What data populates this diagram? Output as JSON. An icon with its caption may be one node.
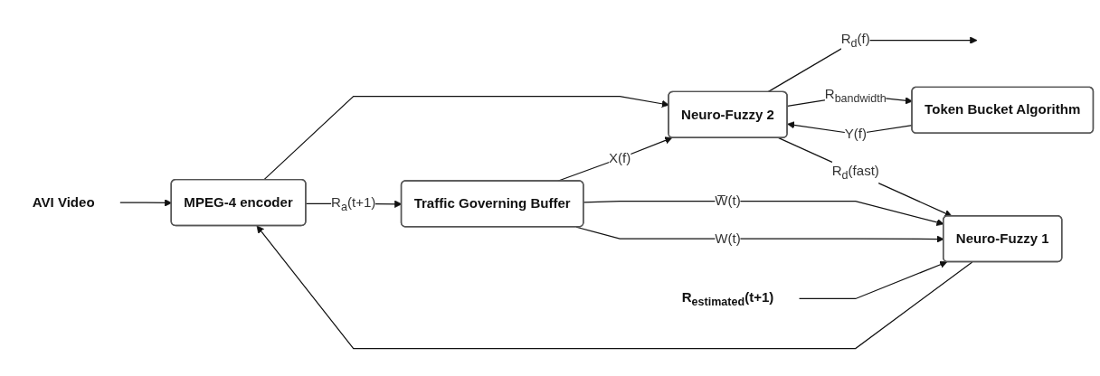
{
  "diagram": {
    "nodes": [
      {
        "text": [
          "AVI Video"
        ]
      },
      {
        "text": [
          "MPEG-4 encoder"
        ]
      },
      {
        "text": [
          "Traffic Governing Buffer"
        ]
      },
      {
        "text": [
          "Neuro-Fuzzy 2"
        ]
      },
      {
        "text": [
          "Neuro-Fuzzy 1"
        ]
      },
      {
        "text": [
          "Token Bucket Algorithm"
        ]
      },
      {
        "text": [
          "R$_{estimated}$(t+1)"
        ]
      }
    ],
    "edges": [
      {
        "from": 0,
        "to": 1,
        "arrow": "to"
      },
      {
        "from": 1,
        "to": 2,
        "arrow": "to",
        "label": "R$_{a}$(t+1)"
      },
      {
        "from": 1,
        "to": 3,
        "arrow": "to"
      },
      {
        "from": 2,
        "to": 3,
        "arrow": "to",
        "label": "X(f)"
      },
      {
        "from": 3,
        "to": null,
        "arrow": "to",
        "label": "R$_{d}$(f)"
      },
      {
        "from": 3,
        "to": 5,
        "arrow": "to",
        "label": "R$_{bandwidth}$"
      },
      {
        "from": 3,
        "to": 4,
        "arrow": "to",
        "label": "R$_{d}$(fast)"
      },
      {
        "from": 2,
        "to": 4,
        "arrow": "to",
        "label": "W̅(t)"
      },
      {
        "from": 2,
        "to": 4,
        "arrow": "to",
        "label": "W(t)"
      },
      {
        "from": 5,
        "to": 3,
        "arrow": "to",
        "label": "Y(f)"
      },
      {
        "from": 4,
        "to": 1,
        "arrow": "to"
      },
      {
        "from": 6,
        "to": 4,
        "arrow": "to"
      }
    ]
  }
}
